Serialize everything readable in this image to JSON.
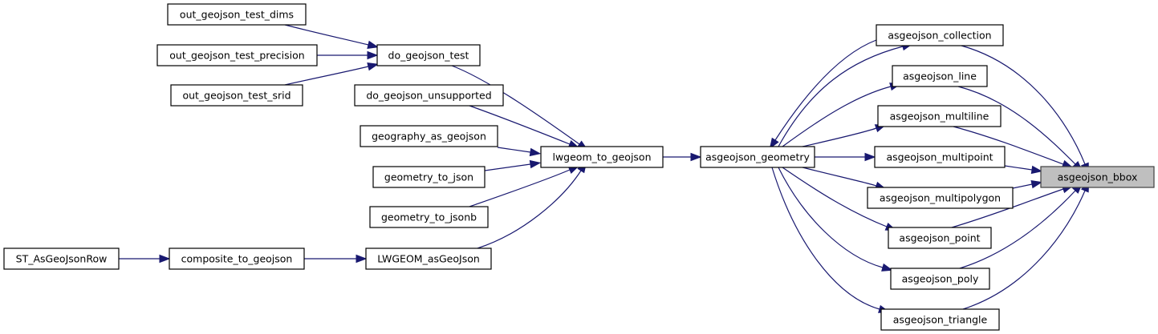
{
  "diagram": {
    "type": "doxygen-caller-graph",
    "focus_node": "asgeojson_bbox",
    "colors": {
      "edge": "#191970",
      "node_border": "#000000",
      "node_fill": "#ffffff",
      "focus_fill": "#bfbfbf"
    },
    "nodes": [
      {
        "id": "out_geojson_test_dims",
        "label": "out_geojson_test_dims"
      },
      {
        "id": "out_geojson_test_precision",
        "label": "out_geojson_test_precision"
      },
      {
        "id": "out_geojson_test_srid",
        "label": "out_geojson_test_srid"
      },
      {
        "id": "do_geojson_test",
        "label": "do_geojson_test"
      },
      {
        "id": "do_geojson_unsupported",
        "label": "do_geojson_unsupported"
      },
      {
        "id": "geography_as_geojson",
        "label": "geography_as_geojson"
      },
      {
        "id": "geometry_to_json",
        "label": "geometry_to_json"
      },
      {
        "id": "geometry_to_jsonb",
        "label": "geometry_to_jsonb"
      },
      {
        "id": "ST_AsGeoJsonRow",
        "label": "ST_AsGeoJsonRow"
      },
      {
        "id": "composite_to_geojson",
        "label": "composite_to_geojson"
      },
      {
        "id": "LWGEOM_asGeoJson",
        "label": "LWGEOM_asGeoJson"
      },
      {
        "id": "lwgeom_to_geojson",
        "label": "lwgeom_to_geojson"
      },
      {
        "id": "asgeojson_geometry",
        "label": "asgeojson_geometry"
      },
      {
        "id": "asgeojson_collection",
        "label": "asgeojson_collection"
      },
      {
        "id": "asgeojson_line",
        "label": "asgeojson_line"
      },
      {
        "id": "asgeojson_multiline",
        "label": "asgeojson_multiline"
      },
      {
        "id": "asgeojson_multipoint",
        "label": "asgeojson_multipoint"
      },
      {
        "id": "asgeojson_multipolygon",
        "label": "asgeojson_multipolygon"
      },
      {
        "id": "asgeojson_point",
        "label": "asgeojson_point"
      },
      {
        "id": "asgeojson_poly",
        "label": "asgeojson_poly"
      },
      {
        "id": "asgeojson_triangle",
        "label": "asgeojson_triangle"
      },
      {
        "id": "asgeojson_bbox",
        "label": "asgeojson_bbox"
      }
    ],
    "edges": [
      {
        "from": "out_geojson_test_dims",
        "to": "do_geojson_test"
      },
      {
        "from": "out_geojson_test_precision",
        "to": "do_geojson_test"
      },
      {
        "from": "out_geojson_test_srid",
        "to": "do_geojson_test"
      },
      {
        "from": "do_geojson_test",
        "to": "lwgeom_to_geojson"
      },
      {
        "from": "do_geojson_unsupported",
        "to": "lwgeom_to_geojson"
      },
      {
        "from": "geography_as_geojson",
        "to": "lwgeom_to_geojson"
      },
      {
        "from": "geometry_to_json",
        "to": "lwgeom_to_geojson"
      },
      {
        "from": "geometry_to_jsonb",
        "to": "lwgeom_to_geojson"
      },
      {
        "from": "LWGEOM_asGeoJson",
        "to": "lwgeom_to_geojson"
      },
      {
        "from": "ST_AsGeoJsonRow",
        "to": "composite_to_geojson"
      },
      {
        "from": "composite_to_geojson",
        "to": "LWGEOM_asGeoJson"
      },
      {
        "from": "lwgeom_to_geojson",
        "to": "asgeojson_geometry"
      },
      {
        "from": "asgeojson_collection",
        "to": "asgeojson_geometry"
      },
      {
        "from": "asgeojson_geometry",
        "to": "asgeojson_collection"
      },
      {
        "from": "asgeojson_geometry",
        "to": "asgeojson_line"
      },
      {
        "from": "asgeojson_geometry",
        "to": "asgeojson_multiline"
      },
      {
        "from": "asgeojson_geometry",
        "to": "asgeojson_multipoint"
      },
      {
        "from": "asgeojson_geometry",
        "to": "asgeojson_multipolygon"
      },
      {
        "from": "asgeojson_geometry",
        "to": "asgeojson_point"
      },
      {
        "from": "asgeojson_geometry",
        "to": "asgeojson_poly"
      },
      {
        "from": "asgeojson_geometry",
        "to": "asgeojson_triangle"
      },
      {
        "from": "asgeojson_collection",
        "to": "asgeojson_bbox"
      },
      {
        "from": "asgeojson_line",
        "to": "asgeojson_bbox"
      },
      {
        "from": "asgeojson_multiline",
        "to": "asgeojson_bbox"
      },
      {
        "from": "asgeojson_multipoint",
        "to": "asgeojson_bbox"
      },
      {
        "from": "asgeojson_multipolygon",
        "to": "asgeojson_bbox"
      },
      {
        "from": "asgeojson_point",
        "to": "asgeojson_bbox"
      },
      {
        "from": "asgeojson_poly",
        "to": "asgeojson_bbox"
      },
      {
        "from": "asgeojson_triangle",
        "to": "asgeojson_bbox"
      }
    ]
  }
}
